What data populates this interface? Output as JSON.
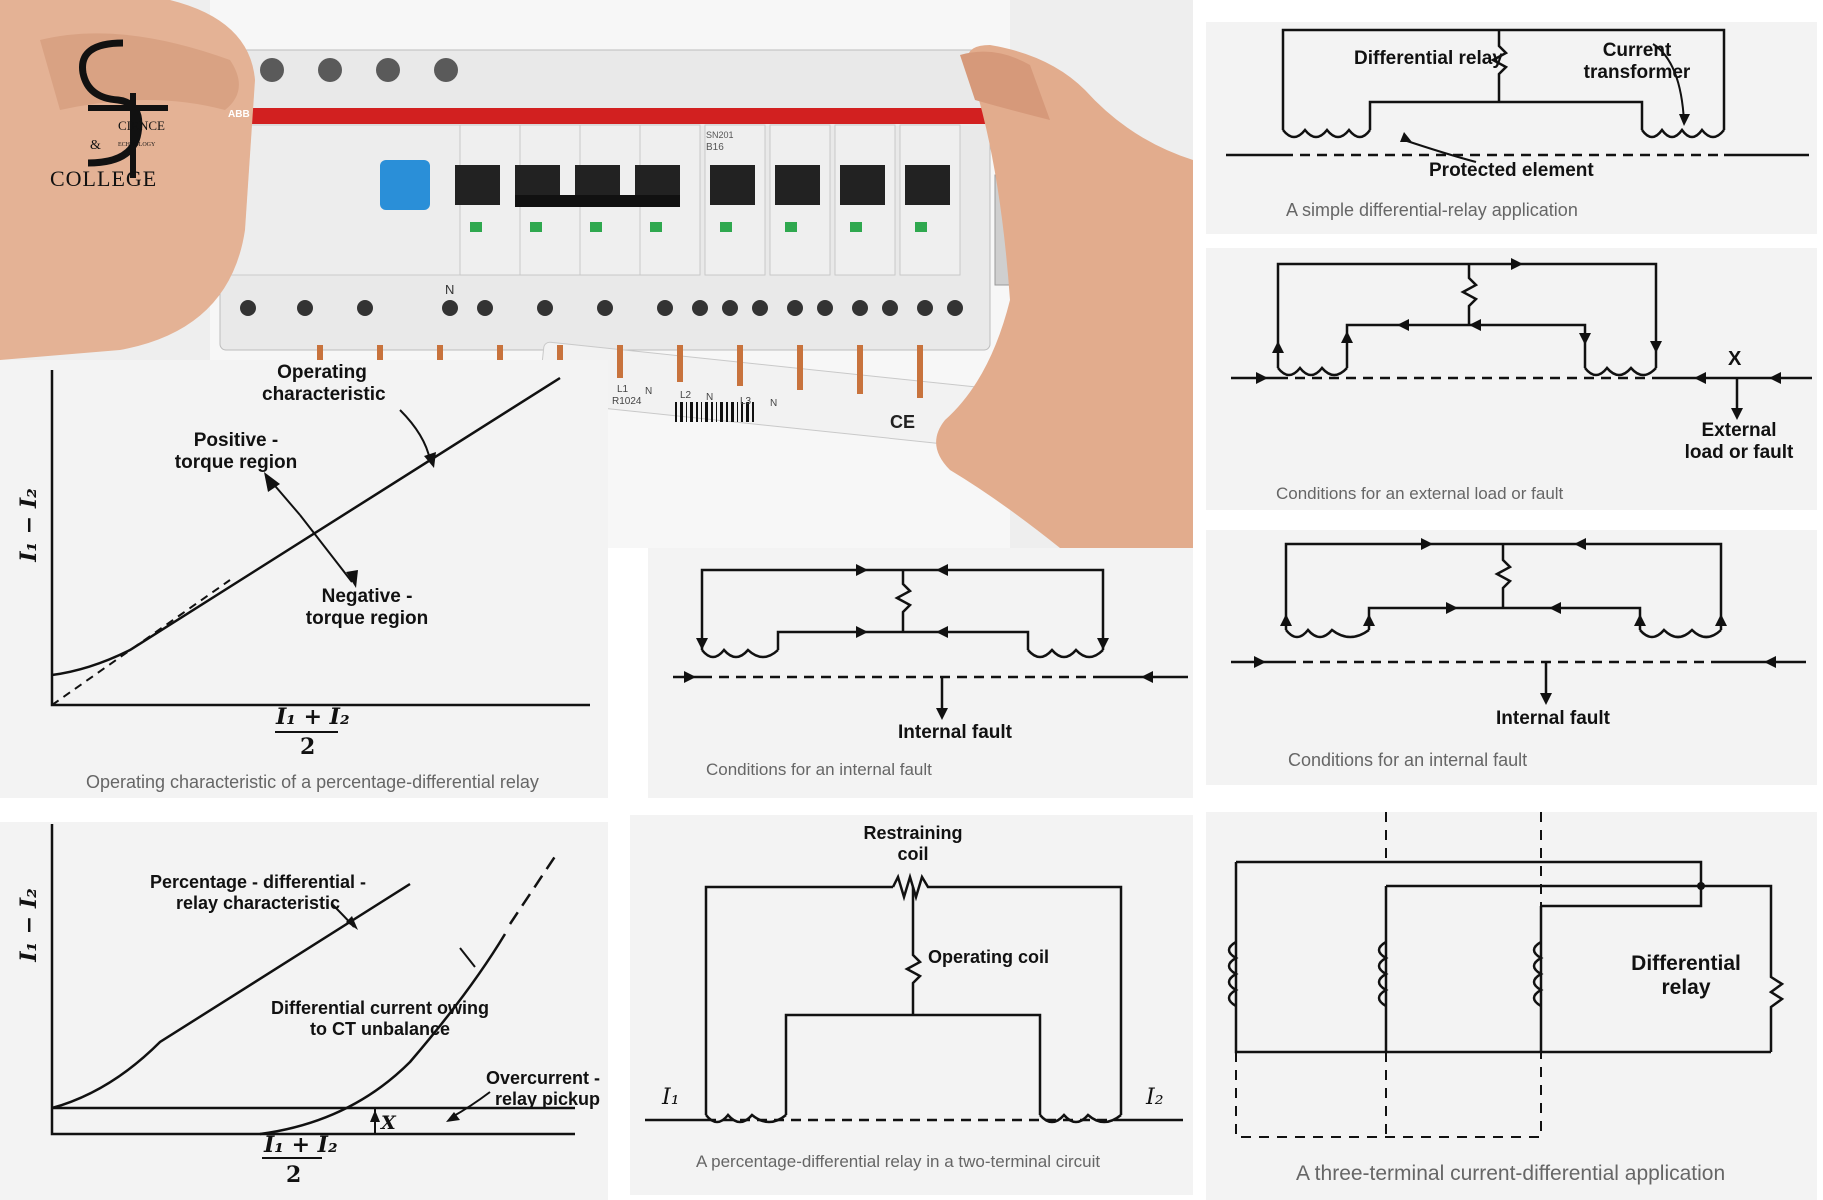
{
  "logo": {
    "top": "CIENCE",
    "amp": "&",
    "sub": "ECHNOLOGY",
    "bottom": "COLLEGE"
  },
  "photo": {
    "brand": "ABB",
    "breaker_code": "SN201",
    "rating": "B16",
    "neutral": "N",
    "busbar_code": "R1024",
    "terminals": [
      "L1",
      "N",
      "L2",
      "N",
      "L3",
      "N"
    ],
    "ce_mark": "CE"
  },
  "diagrams": {
    "simple": {
      "relay_label": "Differential relay",
      "ct_label": "Current transformer",
      "protected_label": "Protected element",
      "caption": "A simple differential-relay application"
    },
    "external": {
      "x_label": "X",
      "fault_label": "External load or fault",
      "caption": "Conditions for an external load or fault"
    },
    "internal1": {
      "fault_label": "Internal fault",
      "caption": "Conditions for an internal fault"
    },
    "internal2": {
      "fault_label": "Internal fault",
      "caption": "Conditions for an internal fault"
    },
    "char1": {
      "operating_label": "Operating characteristic",
      "positive_label": "Positive - torque region",
      "negative_label": "Negative - torque region",
      "y_axis": "I₁ − I₂",
      "x_num": "I₁ + I₂",
      "x_den": "2",
      "caption": "Operating characteristic of a percentage-differential relay"
    },
    "char2": {
      "pct_label": "Percentage - differential - relay characteristic",
      "ct_label": "Differential current owing to CT unbalance",
      "oc_label": "Overcurrent - relay pickup",
      "x_point": "X",
      "y_axis": "I₁ − I₂",
      "x_num": "I₁ + I₂",
      "x_den": "2"
    },
    "twoterm": {
      "restraining_label": "Restraining coil",
      "operating_label": "Operating coil",
      "i1": "I₁",
      "i2": "I₂",
      "caption": "A percentage-differential relay in a two-terminal circuit"
    },
    "threeterm": {
      "relay_label": "Differential relay",
      "caption": "A three-terminal current-differential application"
    }
  }
}
